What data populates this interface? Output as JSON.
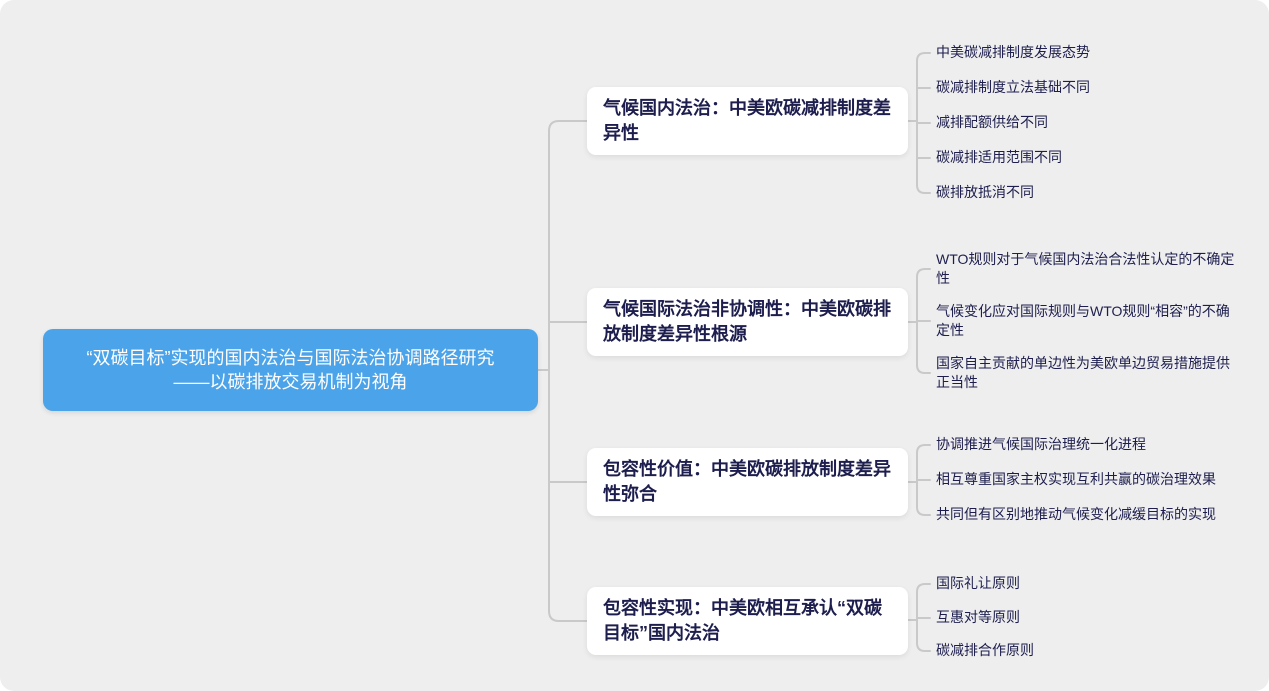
{
  "colors": {
    "canvas_background": "#eeeeee",
    "root_fill": "#4ba3e9",
    "root_text": "#ffffff",
    "branch_fill": "#ffffff",
    "node_text": "#1d1e4e",
    "connector": "#c9c9c9"
  },
  "root": {
    "title": "“双碳目标”实现的国内法治与国际法治协调路径研究",
    "subtitle": "——以碳排放交易机制为视角"
  },
  "branches": [
    {
      "label": "气候国内法治：中美欧碳减排制度差异性",
      "children": [
        "中美碳减排制度发展态势",
        "碳减排制度立法基础不同",
        "减排配额供给不同",
        "碳减排适用范围不同",
        "碳排放抵消不同"
      ]
    },
    {
      "label": "气候国际法治非协调性：中美欧碳排放制度差异性根源",
      "children": [
        "WTO规则对于气候国内法治合法性认定的不确定性",
        "气候变化应对国际规则与WTO规则“相容”的不确定性",
        "国家自主贡献的单边性为美欧单边贸易措施提供正当性"
      ]
    },
    {
      "label": "包容性价值：中美欧碳排放制度差异性弥合",
      "children": [
        "协调推进气候国际治理统一化进程",
        "相互尊重国家主权实现互利共赢的碳治理效果",
        "共同但有区别地推动气候变化减缓目标的实现"
      ]
    },
    {
      "label": "包容性实现：中美欧相互承认“双碳目标”国内法治",
      "children": [
        "国际礼让原则",
        "互惠对等原则",
        "碳减排合作原则"
      ]
    }
  ]
}
